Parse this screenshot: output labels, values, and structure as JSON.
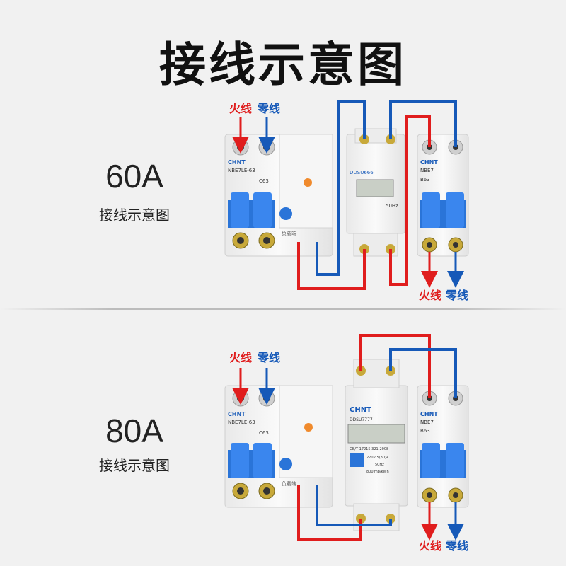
{
  "title": "接线示意图",
  "colors": {
    "live": "#e01d1d",
    "neutral": "#1659b8",
    "breaker_blue": "#2a74d8"
  },
  "panels": [
    {
      "amp": "60A",
      "subtitle": "接线示意图",
      "live_in": "火线",
      "neutral_in": "零线",
      "live_out": "火线",
      "neutral_out": "零线",
      "left_breaker": {
        "brand": "CHNT",
        "model": "NBE7LE-63",
        "rating": "C63",
        "bottom_label": "负载端"
      },
      "meter": {
        "model": "DDSU666",
        "freq": "50Hz"
      },
      "right_breaker": {
        "brand": "CHNT",
        "model": "NBE7",
        "rating": "B63"
      }
    },
    {
      "amp": "80A",
      "subtitle": "接线示意图",
      "live_in": "火线",
      "neutral_in": "零线",
      "live_out": "火线",
      "neutral_out": "零线",
      "left_breaker": {
        "brand": "CHNT",
        "model": "NBE7LE-63",
        "rating": "C63",
        "bottom_label": "负载端"
      },
      "meter": {
        "model": "DDSU7777",
        "brand": "CHNT",
        "std": "GB/T 17215.321-2008",
        "volt": "220V 5(80)A",
        "freq": "50Hz",
        "imp": "800imp/kWh"
      },
      "right_breaker": {
        "brand": "CHNT",
        "model": "NBE7",
        "rating": "B63"
      }
    }
  ]
}
